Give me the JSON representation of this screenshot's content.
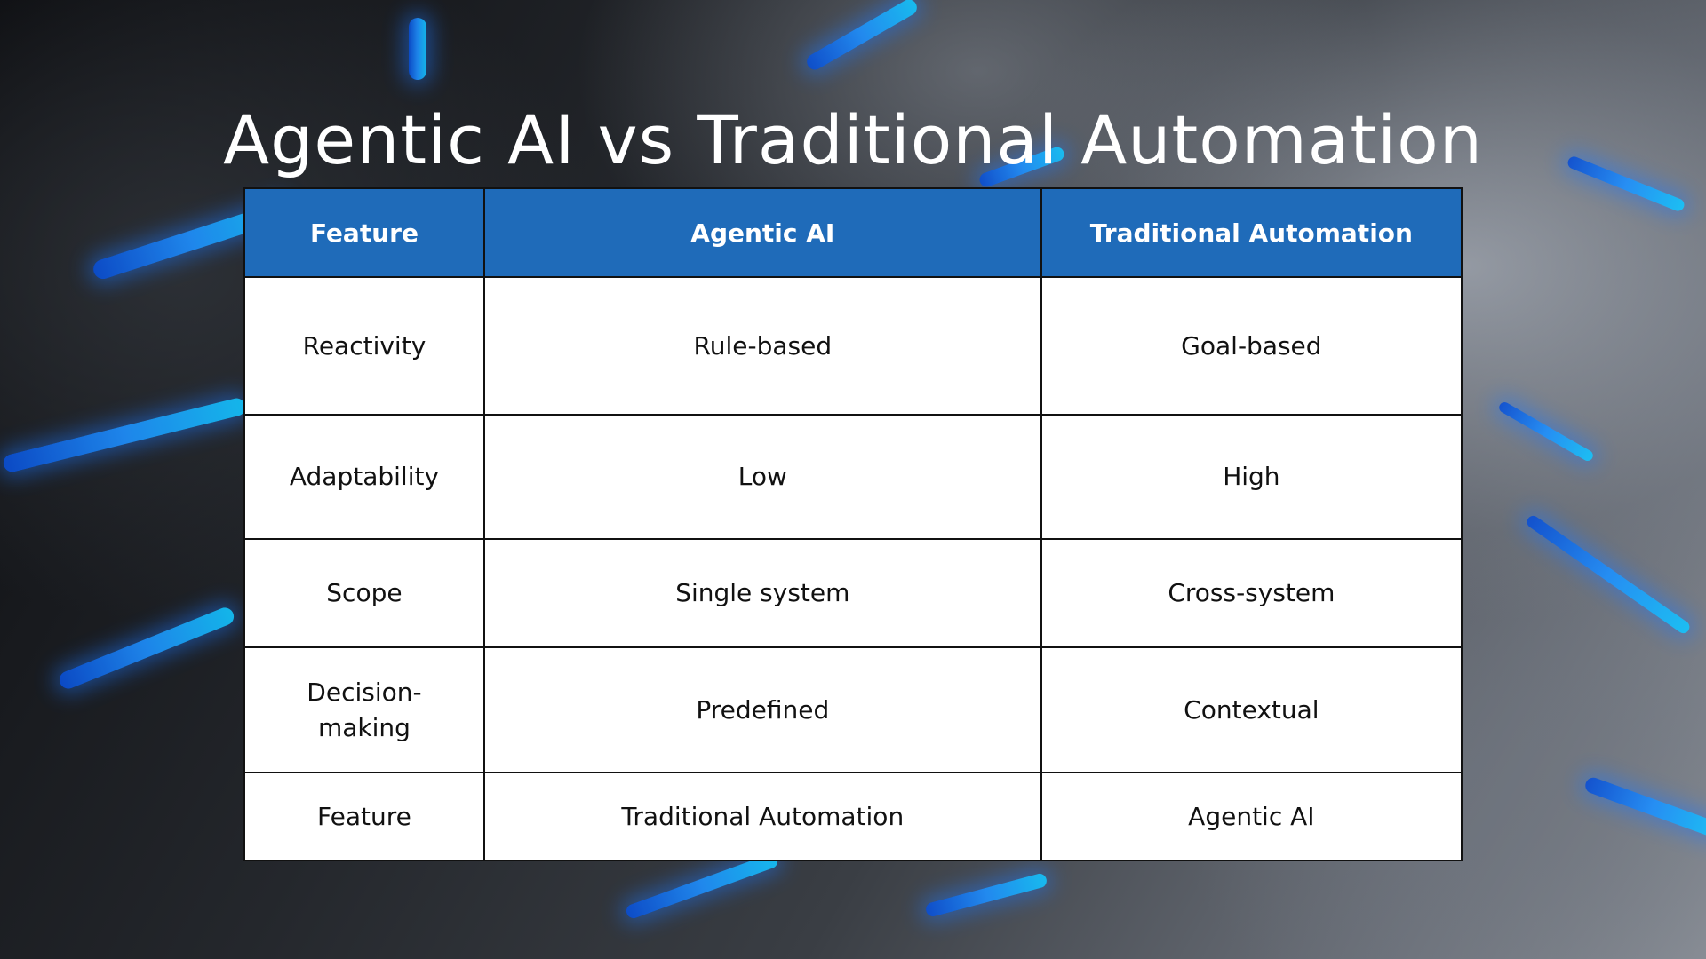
{
  "slide": {
    "title": "Agentic AI vs Traditional Automation",
    "colors": {
      "header_bg": "#1f6bb9",
      "header_text": "#ffffff",
      "cell_bg": "#ffffff",
      "cell_text": "#111111",
      "border": "#111111",
      "accent_glow": "#1e90ff"
    }
  },
  "table": {
    "headers": [
      "Feature",
      "Agentic AI",
      "Traditional Automation"
    ],
    "rows": [
      [
        "Reactivity",
        "Rule-based",
        "Goal-based"
      ],
      [
        "Adaptability",
        "Low",
        "High"
      ],
      [
        "Scope",
        "Single system",
        "Cross-system"
      ],
      [
        "Decision-making",
        "Predefined",
        "Contextual"
      ],
      [
        "Feature",
        "Traditional Automation",
        "Agentic AI"
      ]
    ]
  }
}
